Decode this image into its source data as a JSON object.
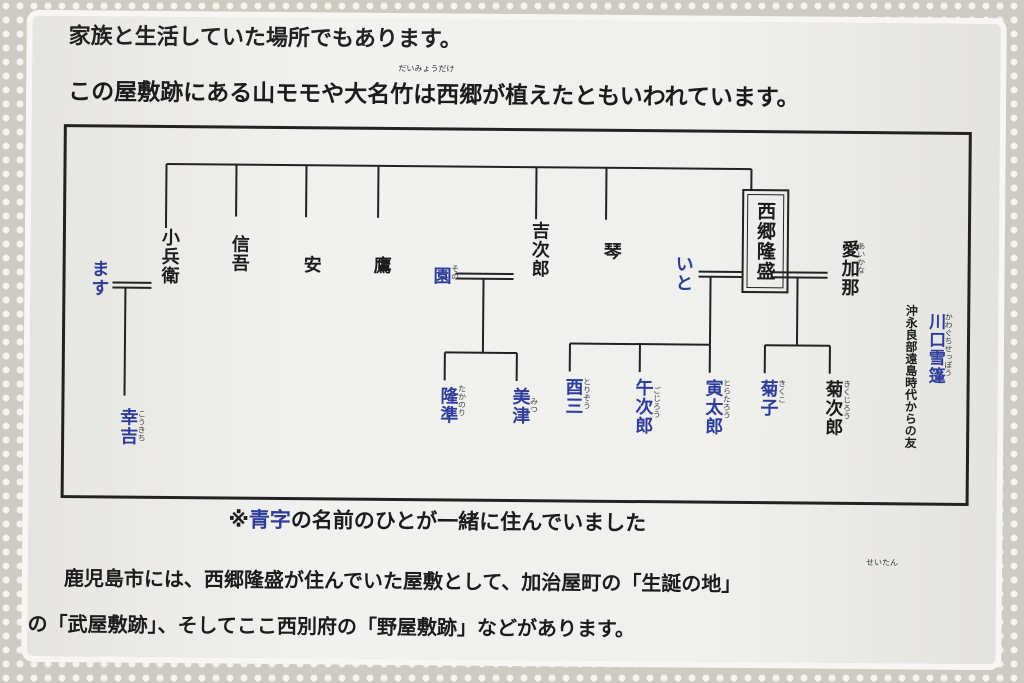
{
  "intro": {
    "line0": "家族と生活していた場所でもあります。",
    "line1": "この屋敷跡にある山モモや大名竹は西郷が植えたともいわれています。",
    "ruby_daimyodake": "だいみょうだけ"
  },
  "tree": {
    "saigo": "西郷隆盛",
    "aikana": "愛加那",
    "aikana_ruby": "あいかな",
    "ito": "いと",
    "kawaguchi": "川口雪篷",
    "kawaguchi_ruby": "かわぐちせっぽう",
    "kawaguchi_note": "沖永良部遠島時代からの友",
    "kohei": "小兵衛",
    "masu": "ます",
    "kokichi": "幸吉",
    "kokichi_ruby": "こうきち",
    "shingo": "信吾",
    "yasu": "安",
    "taka": "鷹",
    "kichijiro": "吉次郎",
    "koto": "琴",
    "sono": "園",
    "sono_ruby": "その",
    "takanori": "隆準",
    "takanori_ruby": "たかのり",
    "mitsu": "美津",
    "mitsu_ruby": "みつ",
    "torizo": "酉三",
    "torizo_ruby": "とりぞう",
    "gojiro": "午次郎",
    "gojiro_ruby": "ごじろう",
    "toratarou": "寅太郎",
    "toratarou_ruby": "とらたろう",
    "kikuko": "菊子",
    "kikuko_ruby": "きくこ",
    "kikujiro": "菊次郎",
    "kikujiro_ruby": "きくじろう"
  },
  "legend": {
    "prefix": "※",
    "blue": "青字",
    "suffix": "の名前のひとが一緒に住んでいました"
  },
  "footer": {
    "line1a": "鹿児島市には、西郷隆盛が住んでいた屋敷として、加治屋町の「",
    "line1b": "生誕の地",
    "line1c": "」",
    "ruby_seitan": "せいたん",
    "line2": "の「武屋敷跡」、そしてここ西別府の「野屋敷跡」などがあります。"
  },
  "colors": {
    "blue_name": "#2e3d9a",
    "black_name": "#1c1c1c"
  }
}
